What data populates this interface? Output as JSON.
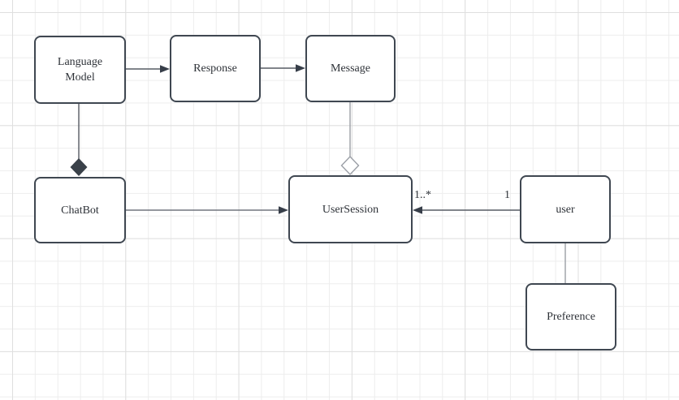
{
  "canvas": {
    "background_color": "#ffffff",
    "grid_minor_color": "#ededed",
    "grid_major_color": "#dfdfdf"
  },
  "colors": {
    "node_border": "#3f4751",
    "node_fill": "#ffffff",
    "text": "#2e3238",
    "edge_dark": "#565b64",
    "edge_medium": "#70757e",
    "edge_gray": "#9b9fa6",
    "arrowhead_fill": "#373e49",
    "diamond_filled_fill": "#3a4149",
    "diamond_hollow_fill": "#ffffff"
  },
  "nodes": [
    {
      "id": "language-model",
      "label": "Language Model"
    },
    {
      "id": "response",
      "label": "Response"
    },
    {
      "id": "message",
      "label": "Message"
    },
    {
      "id": "chatbot",
      "label": "ChatBot"
    },
    {
      "id": "usersession",
      "label": "UserSession"
    },
    {
      "id": "user",
      "label": "user"
    },
    {
      "id": "preference",
      "label": "Preference"
    }
  ],
  "edges": [
    {
      "id": "languagemodel-to-response",
      "from": "Language Model",
      "to": "Response",
      "type": "directed-arrow"
    },
    {
      "id": "response-to-message",
      "from": "Response",
      "to": "Message",
      "type": "directed-arrow"
    },
    {
      "id": "languagemodel-chatbot-composition",
      "from": "Language Model",
      "to": "ChatBot",
      "type": "composition-filled-diamond"
    },
    {
      "id": "message-usersession-aggregation",
      "from": "Message",
      "to": "UserSession",
      "type": "aggregation-hollow-diamond"
    },
    {
      "id": "chatbot-to-usersession",
      "from": "ChatBot",
      "to": "UserSession",
      "type": "directed-arrow"
    },
    {
      "id": "user-to-usersession",
      "from": "user",
      "to": "UserSession",
      "type": "directed-arrow",
      "source_multiplicity": "1",
      "target_multiplicity": "1..*"
    },
    {
      "id": "user-to-preference",
      "from": "user",
      "to": "Preference",
      "type": "plain-line"
    }
  ],
  "edge_labels": {
    "user_usersession_target": "1..*",
    "user_usersession_source": "1"
  }
}
